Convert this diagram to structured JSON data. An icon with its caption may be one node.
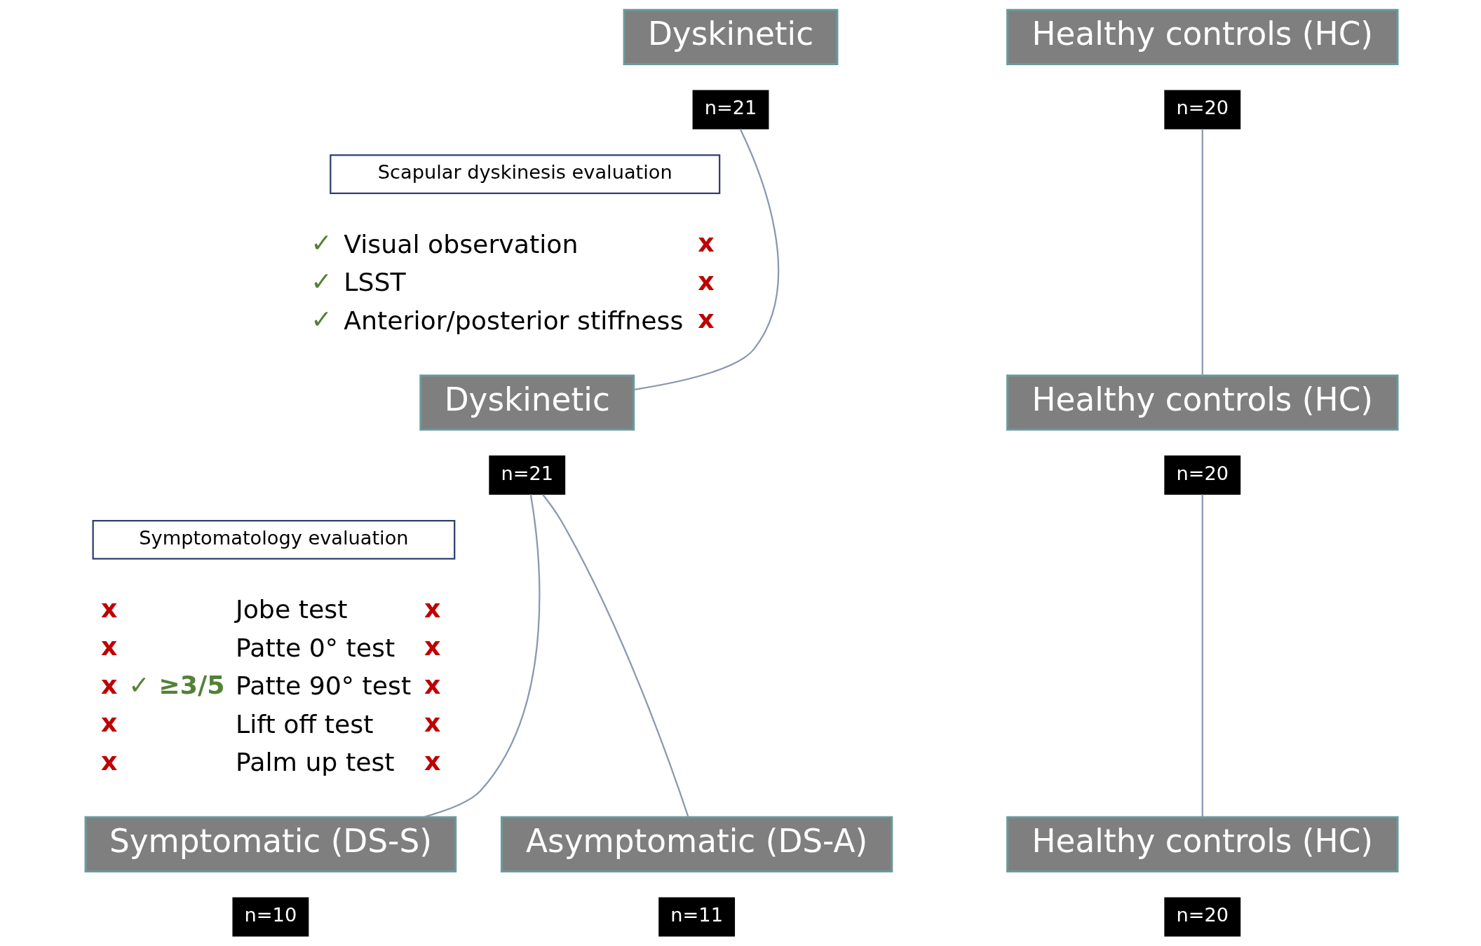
{
  "diagram": {
    "nodes": [
      {
        "text": [
          "Dyskinetic"
        ]
      },
      {
        "text": [
          "n=21"
        ]
      },
      {
        "text": [
          "Healthy controls (HC)"
        ]
      },
      {
        "text": [
          "n=20"
        ]
      },
      {
        "text": [
          "Scapular dyskinesis evaluation"
        ]
      },
      {
        "text": [
          "Dyskinetic"
        ]
      },
      {
        "text": [
          "n=21"
        ]
      },
      {
        "text": [
          "Healthy controls (HC)"
        ]
      },
      {
        "text": [
          "n=20"
        ]
      },
      {
        "text": [
          "Symptomatology evaluation"
        ]
      },
      {
        "text": [
          "Asymptomatic (DS-A)"
        ]
      },
      {
        "text": [
          "n=11"
        ]
      },
      {
        "text": [
          "Symptomatic (DS-S)"
        ]
      },
      {
        "text": [
          "n=10"
        ]
      },
      {
        "text": [
          "Healthy controls (HC)"
        ]
      },
      {
        "text": [
          "n=20"
        ]
      }
    ],
    "edges": [
      {
        "from": 1,
        "to": 5,
        "arrow": "none"
      },
      {
        "from": 3,
        "to": 7,
        "arrow": "none"
      },
      {
        "from": 6,
        "to": 10,
        "arrow": "none"
      },
      {
        "from": 6,
        "to": 12,
        "arrow": "none"
      },
      {
        "from": 8,
        "to": 14,
        "arrow": "none"
      }
    ],
    "labels": [
      "✓",
      "Visual observation",
      "x",
      "✓",
      "LSST",
      "x",
      "✓",
      "Anterior/posterior stiffness",
      "x",
      "x",
      "Jobe test",
      "x",
      "x",
      "Patte 0° test",
      "x",
      "x",
      "✓ ≥3/5",
      "Patte 90° test",
      "x",
      "x",
      "Lift off test",
      "x",
      "x",
      "Palm up test",
      "x"
    ]
  }
}
